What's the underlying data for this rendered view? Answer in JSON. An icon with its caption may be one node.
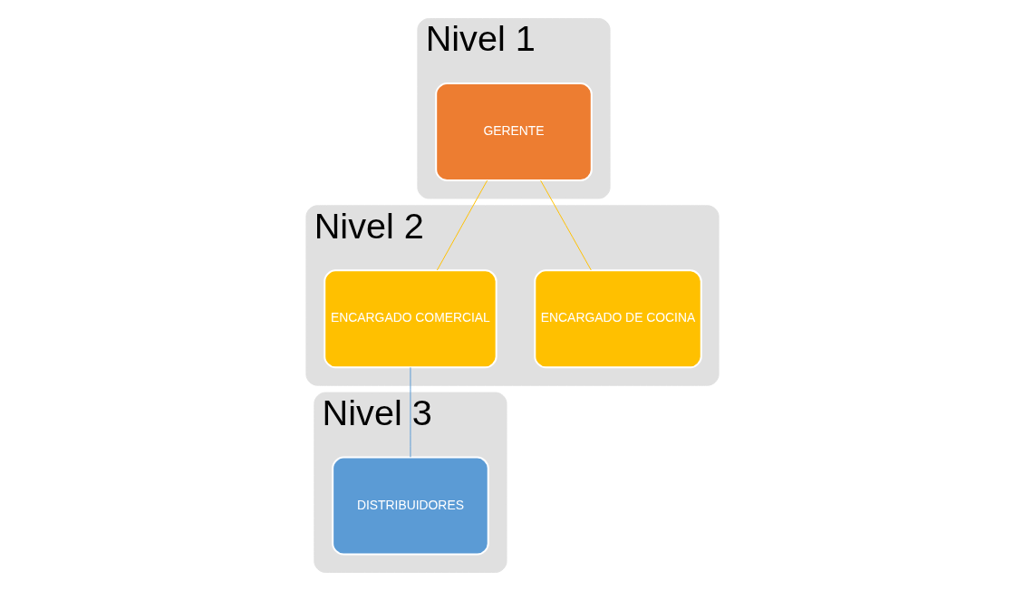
{
  "diagram": {
    "nodes": [
      {
        "text": [
          "Nivel 1"
        ]
      },
      {
        "text": [
          "GERENTE"
        ],
        "in": 0
      },
      {
        "text": [
          "Nivel 2"
        ]
      },
      {
        "text": [
          "ENCARGADO DE COCINA"
        ],
        "in": 2
      },
      {
        "text": [
          "ENCARGADO COMERCIAL"
        ],
        "in": 2
      },
      {
        "text": [
          "Nivel 3"
        ]
      },
      {
        "text": [
          "DISTRIBUIDORES"
        ],
        "in": 5
      }
    ],
    "edges": [
      {
        "from": 1,
        "to": 3,
        "arrow": "none"
      },
      {
        "from": 1,
        "to": 4,
        "arrow": "none"
      },
      {
        "from": 4,
        "to": 6,
        "arrow": "none",
        "color": "#5b9bd5"
      }
    ]
  }
}
